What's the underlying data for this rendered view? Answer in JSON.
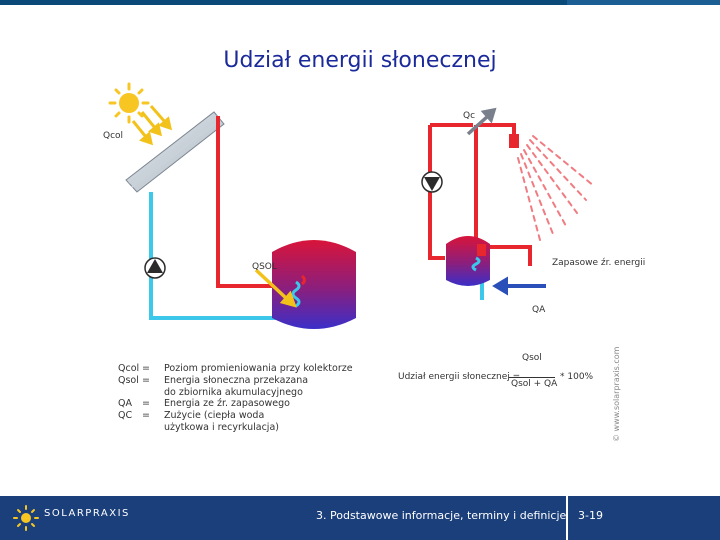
{
  "slide": {
    "title": "Udział energii słonecznej"
  },
  "diagram": {
    "labels": {
      "q_col": "Qcol",
      "q_c": "Qc",
      "q_sol": "QSOL",
      "q_a": "QA",
      "backup": "Zapasowe źr. energii"
    },
    "colors": {
      "hot_pipe": "#e8262d",
      "cold_pipe": "#3cc8ea",
      "tank_top": "#d8143a",
      "tank_bottom": "#3b2fc8",
      "pump": "#2b2b2b",
      "sun": "#f7c623",
      "arrow_yellow": "#f3c21a",
      "arrow_blue": "#2a4fb8",
      "arrow_gray": "#7a7f8c"
    }
  },
  "legend": [
    {
      "symbol": "Qcol",
      "eq": "=",
      "text": "Poziom promieniowania przy kolektorze"
    },
    {
      "symbol": "Qsol",
      "eq": "=",
      "text": "Energia słoneczna przekazana"
    },
    {
      "symbol": "",
      "eq": "",
      "text": "do zbiornika akumulacyjnego"
    },
    {
      "symbol": "QA",
      "eq": "=",
      "text": "Energia ze źr. zapasowego"
    },
    {
      "symbol": "QC",
      "eq": "=",
      "text": "Zużycie (ciepła woda"
    },
    {
      "symbol": "",
      "eq": "",
      "text": "użytkowa i recyrkulacja)"
    }
  ],
  "formula": {
    "lhs": "Udział energii słonecznej =",
    "numerator": "Qsol",
    "denominator": "Qsol + QA",
    "multiplier": "* 100%"
  },
  "watermark": "© www.solarpraxis.com",
  "footer": {
    "logo": "SOLARPRAXIS",
    "chapter": "3. Podstawowe informacje, terminy i definicje",
    "page": "3-19"
  }
}
